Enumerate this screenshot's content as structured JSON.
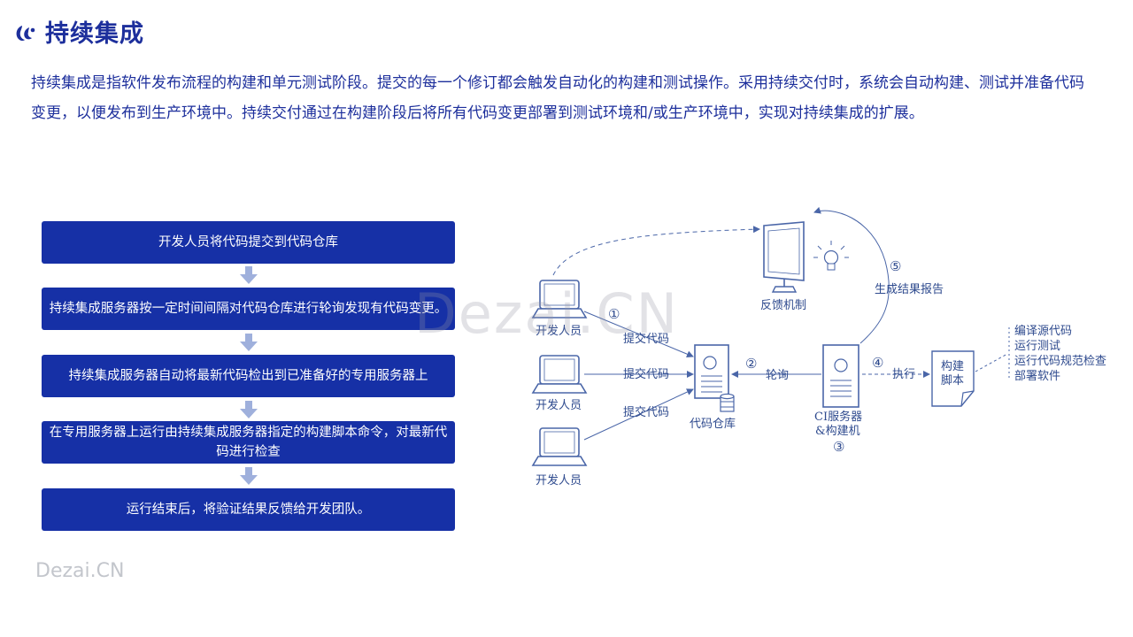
{
  "header": {
    "title": "持续集成"
  },
  "intro": {
    "text": "持续集成是指软件发布流程的构建和单元测试阶段。提交的每一个修订都会触发自动化的构建和测试操作。采用持续交付时，系统会自动构建、测试并准备代码变更，以便发布到生产环境中。持续交付通过在构建阶段后将所有代码变更部署到测试环境和/或生产环境中，实现对持续集成的扩展。"
  },
  "flow": {
    "steps": [
      "开发人员将代码提交到代码仓库",
      "持续集成服务器按一定时间间隔对代码仓库进行轮询发现有代码变更。",
      "持续集成服务器自动将最新代码检出到已准备好的专用服务器上",
      "在专用服务器上运行由持续集成服务器指定的构建脚本命令，对最新代码进行检查",
      "运行结束后，将验证结果反馈给开发团队。"
    ]
  },
  "diagram": {
    "developer_label": "开发人员",
    "commit_label": "提交代码",
    "repo_label": "代码仓库",
    "poll_label": "轮询",
    "ci_label_1": "CI服务器",
    "ci_label_2": "&构建机",
    "execute_label": "执行",
    "script_label_1": "构建",
    "script_label_2": "脚本",
    "feedback_label": "反馈机制",
    "report_label": "生成结果报告",
    "tasks": [
      "编译源代码",
      "运行测试",
      "运行代码规范检查",
      "部署软件"
    ],
    "step_numbers": [
      "①",
      "②",
      "③",
      "④",
      "⑤"
    ]
  },
  "watermarks": {
    "center": "Dezai.CN",
    "corner": "Dezai.CN"
  },
  "colors": {
    "title": "#1d2f9c",
    "step_box": "#1630a6",
    "arrow": "#9fb0dc",
    "diagram_line": "#4a66a8"
  }
}
